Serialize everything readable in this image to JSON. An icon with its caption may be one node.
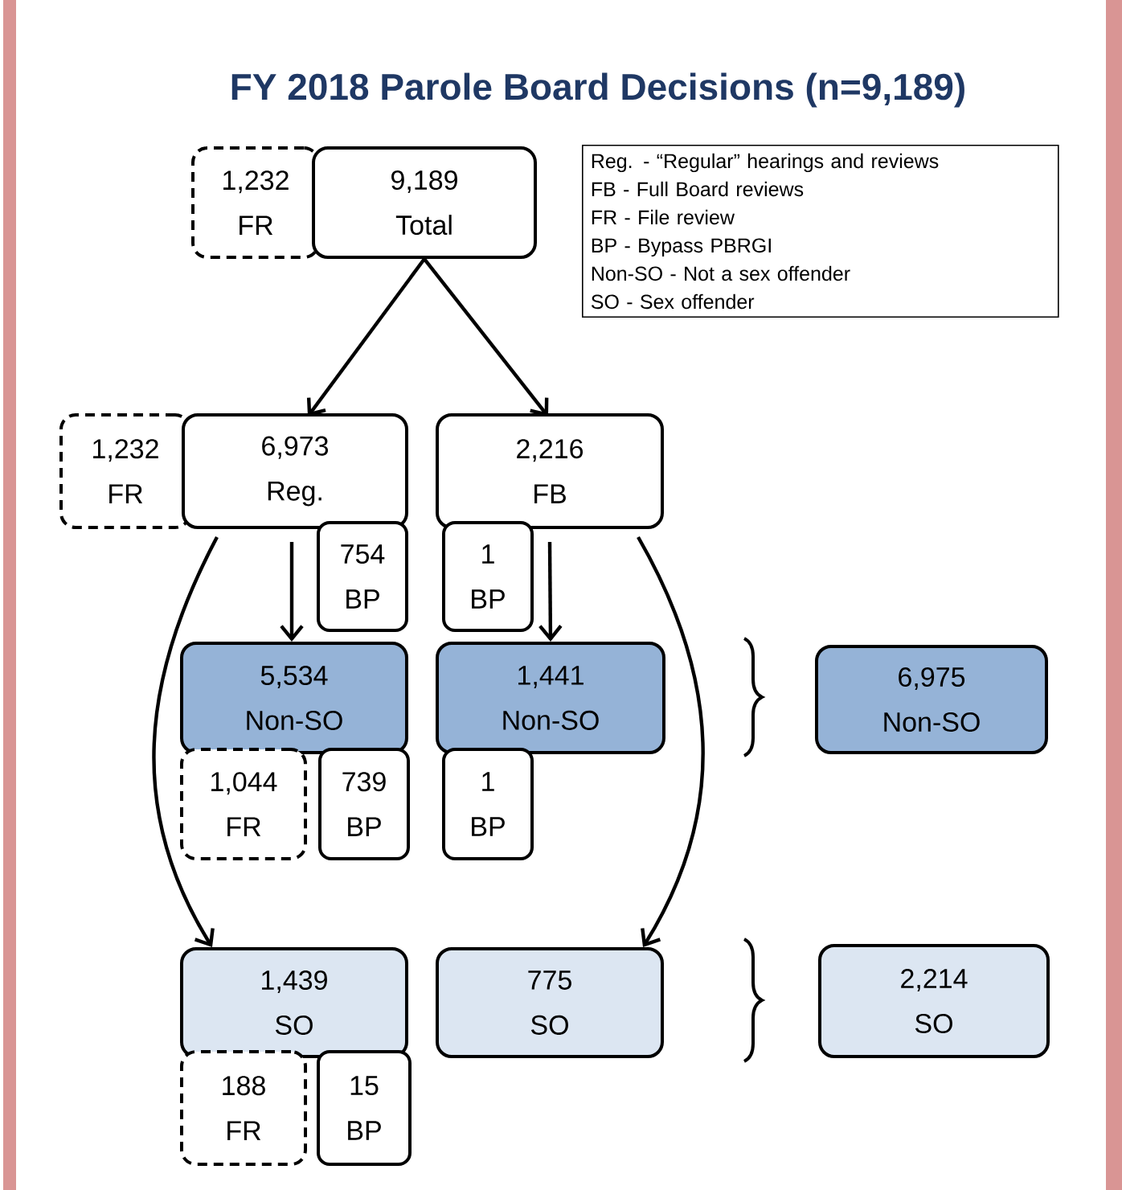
{
  "diagram": {
    "title": "FY 2018 Parole Board Decisions (n=9,189)",
    "nodes": [
      {
        "text": [
          "1,232",
          "FR"
        ]
      },
      {
        "text": [
          "9,189",
          "Total"
        ]
      },
      {
        "text": [
          "Reg. - “Regular” hearings and reviews",
          "FB - Full Board reviews",
          "FR - File review",
          "BP - Bypass PBRGI",
          "Non-SO - Not a sex offender",
          "SO - Sex offender"
        ]
      },
      {
        "text": [
          "1,232",
          "FR"
        ]
      },
      {
        "text": [
          "6,973",
          "Reg."
        ]
      },
      {
        "text": [
          "2,216",
          "FB"
        ]
      },
      {
        "text": [
          "754",
          "BP"
        ]
      },
      {
        "text": [
          "1",
          "BP"
        ]
      },
      {
        "text": [
          "5,534",
          "Non-SO"
        ]
      },
      {
        "text": [
          "1,441",
          "Non-SO"
        ]
      },
      {
        "text": [
          "6,975",
          "Non-SO"
        ]
      },
      {
        "text": [
          "1,044",
          "FR"
        ]
      },
      {
        "text": [
          "739",
          "BP"
        ]
      },
      {
        "text": [
          "1",
          "BP"
        ]
      },
      {
        "text": [
          "1,439",
          "SO"
        ]
      },
      {
        "text": [
          "775",
          "SO"
        ]
      },
      {
        "text": [
          "2,214",
          "SO"
        ]
      },
      {
        "text": [
          "188",
          "FR"
        ]
      },
      {
        "text": [
          "15",
          "BP"
        ]
      }
    ],
    "edges": [
      {
        "from": 1,
        "to": 4,
        "arrow": "to"
      },
      {
        "from": 1,
        "to": 5,
        "arrow": "to"
      },
      {
        "from": 4,
        "to": 8,
        "arrow": "to"
      },
      {
        "from": 5,
        "to": 9,
        "arrow": "to"
      },
      {
        "from": 4,
        "to": 14,
        "arrow": "to"
      },
      {
        "from": 5,
        "to": 15,
        "arrow": "to"
      }
    ]
  }
}
